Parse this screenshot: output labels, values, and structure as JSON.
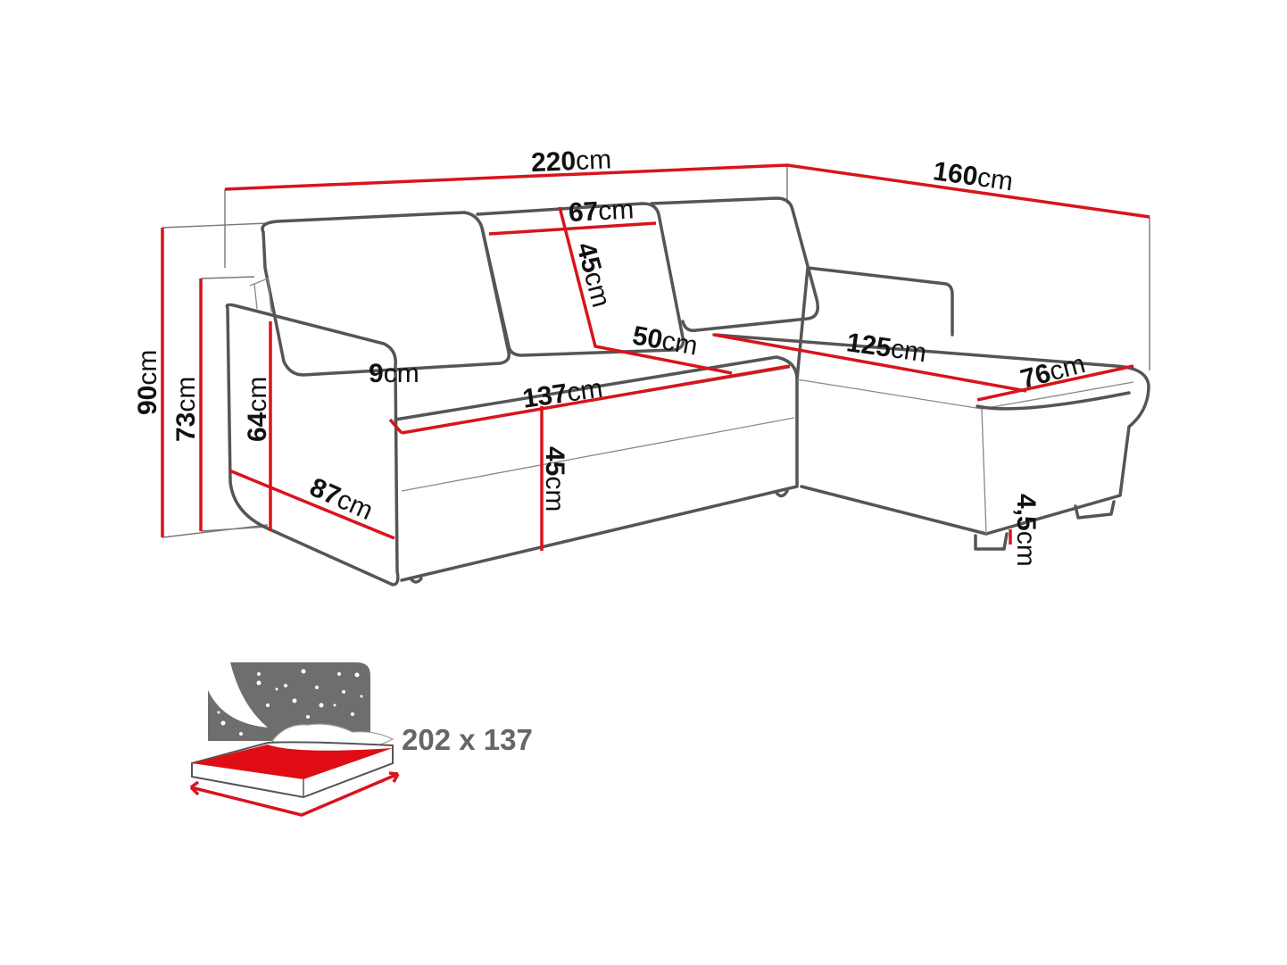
{
  "dimensions": {
    "total_length": {
      "value": "220",
      "unit": "cm"
    },
    "chaise_depth": {
      "value": "160",
      "unit": "cm"
    },
    "backrest_cushion_width": {
      "value": "67",
      "unit": "cm"
    },
    "backrest_cushion_height": {
      "value": "45",
      "unit": "cm"
    },
    "seat_depth": {
      "value": "50",
      "unit": "cm"
    },
    "chaise_length": {
      "value": "125",
      "unit": "cm"
    },
    "chaise_width": {
      "value": "76",
      "unit": "cm"
    },
    "armrest_width": {
      "value": "9",
      "unit": "cm"
    },
    "seat_width": {
      "value": "137",
      "unit": "cm"
    },
    "seat_height": {
      "value": "45",
      "unit": "cm"
    },
    "depth": {
      "value": "87",
      "unit": "cm"
    },
    "armrest_height": {
      "value": "64",
      "unit": "cm"
    },
    "back_height": {
      "value": "73",
      "unit": "cm"
    },
    "total_height": {
      "value": "90",
      "unit": "cm"
    },
    "leg_height": {
      "value": "4,5",
      "unit": "cm"
    }
  },
  "sleeping_area": {
    "label": "202 x 137"
  },
  "colors": {
    "dimension_line": "#d8141c",
    "outline": "#555555",
    "icon_gray": "#6e6e6e"
  }
}
